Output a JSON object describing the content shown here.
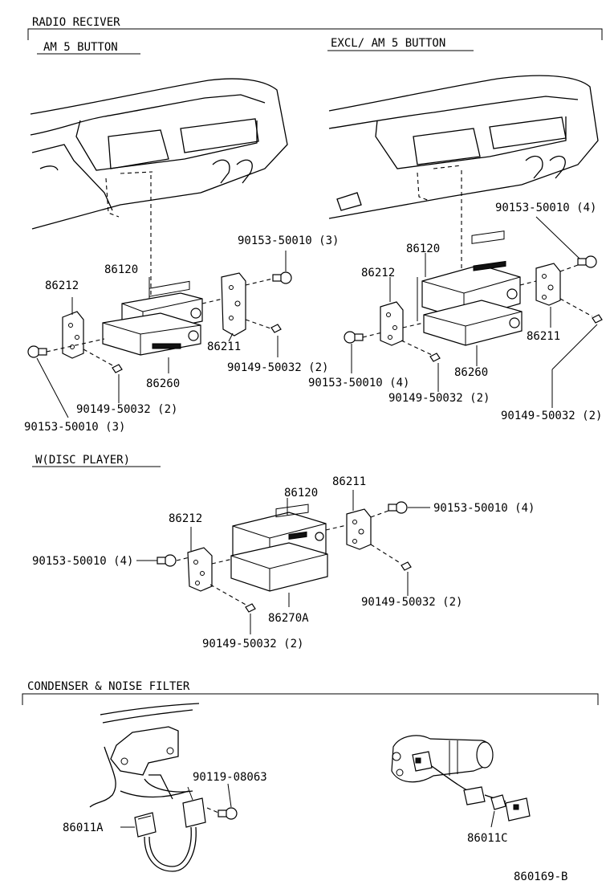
{
  "sections": {
    "radio": "RADIO RECIVER",
    "am5": "AM 5 BUTTON",
    "excl": "EXCL/ AM 5 BUTTON",
    "disc": "W(DISC PLAYER)",
    "cond": "CONDENSER & NOISE FILTER"
  },
  "callouts_left": {
    "p86212": "86212",
    "p86120": "86120",
    "p86211": "86211",
    "p86260": "86260",
    "s90153_3a": "90153-50010 (3)",
    "s90149_2a": "90149-50032 (2)",
    "s90149_2b": "90149-50032 (2)",
    "s90153_3b": "90153-50010 (3)"
  },
  "callouts_right": {
    "s90153_4a": "90153-50010 (4)",
    "p86120": "86120",
    "p86212": "86212",
    "p86211": "86211",
    "p86260": "86260",
    "s90153_4b": "90153-50010 (4)",
    "s90149_2a": "90149-50032 (2)",
    "s90149_2b": "90149-50032 (2)"
  },
  "callouts_disc": {
    "p86120": "86120",
    "p86211": "86211",
    "p86212": "86212",
    "p86270A": "86270A",
    "s90153_4a": "90153-50010 (4)",
    "s90153_4b": "90153-50010 (4)",
    "s90149_2a": "90149-50032 (2)",
    "s90149_2b": "90149-50032 (2)"
  },
  "callouts_cond": {
    "s90119": "90119-08063",
    "p86011A": "86011A",
    "p86011C": "86011C"
  },
  "drawing_number": "860169-B"
}
